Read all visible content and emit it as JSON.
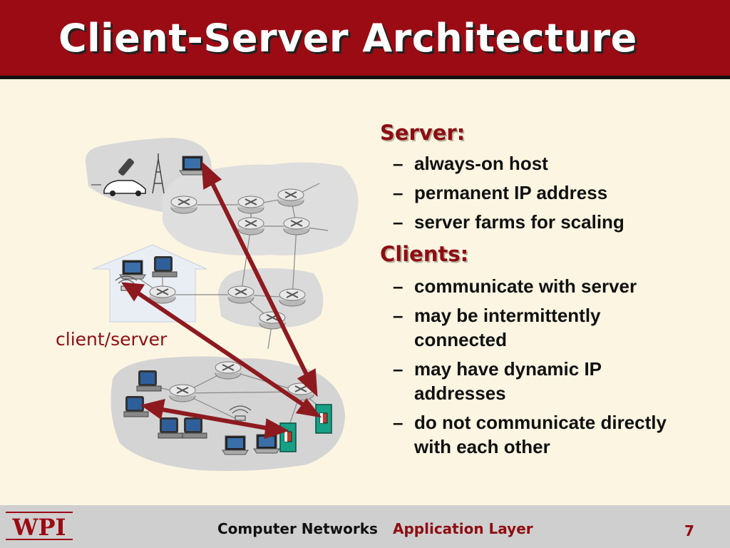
{
  "title": "Client-Server Architecture",
  "server": {
    "heading": "Server:",
    "bullets": [
      "always-on host",
      "permanent IP address",
      "server farms for scaling"
    ]
  },
  "clients": {
    "heading": "Clients:",
    "bullets": [
      "communicate with server",
      "may be intermittently connected",
      "may have dynamic IP addresses",
      "do not communicate directly with each other"
    ]
  },
  "diagram": {
    "label": "client/server"
  },
  "footer": {
    "logo_text": "WPI",
    "course": "Computer Networks",
    "section": "Application Layer",
    "page": "7"
  },
  "colors": {
    "title_bar": "#9b0b14",
    "accent": "#8e0d12",
    "background": "#fbf5e2",
    "footer": "#cfcfcf",
    "arrow": "#8e1a1f"
  },
  "icons": [
    "router-icon",
    "laptop-icon",
    "desktop-computer-icon",
    "server-icon",
    "cell-tower-icon",
    "cellphone-icon",
    "car-icon",
    "house-icon"
  ]
}
